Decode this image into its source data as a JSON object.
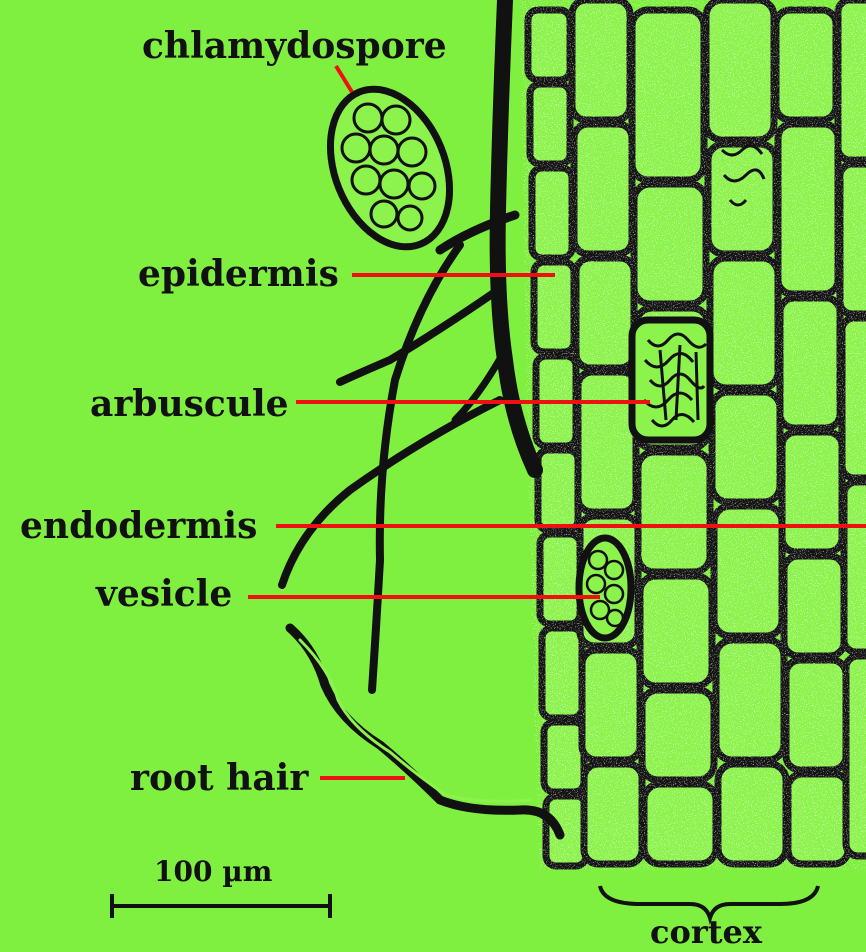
{
  "diagram": {
    "labels": {
      "chlamydospore": "chlamydospore",
      "epidermis": "epidermis",
      "arbuscule": "arbuscule",
      "endodermis": "endodermis",
      "vesicle": "vesicle",
      "root_hair": "root hair",
      "cortex": "cortex"
    },
    "scale_bar": "100 µm",
    "colors": {
      "background": "#80f040",
      "leader_line": "#ee1111",
      "ink": "#111111"
    }
  }
}
